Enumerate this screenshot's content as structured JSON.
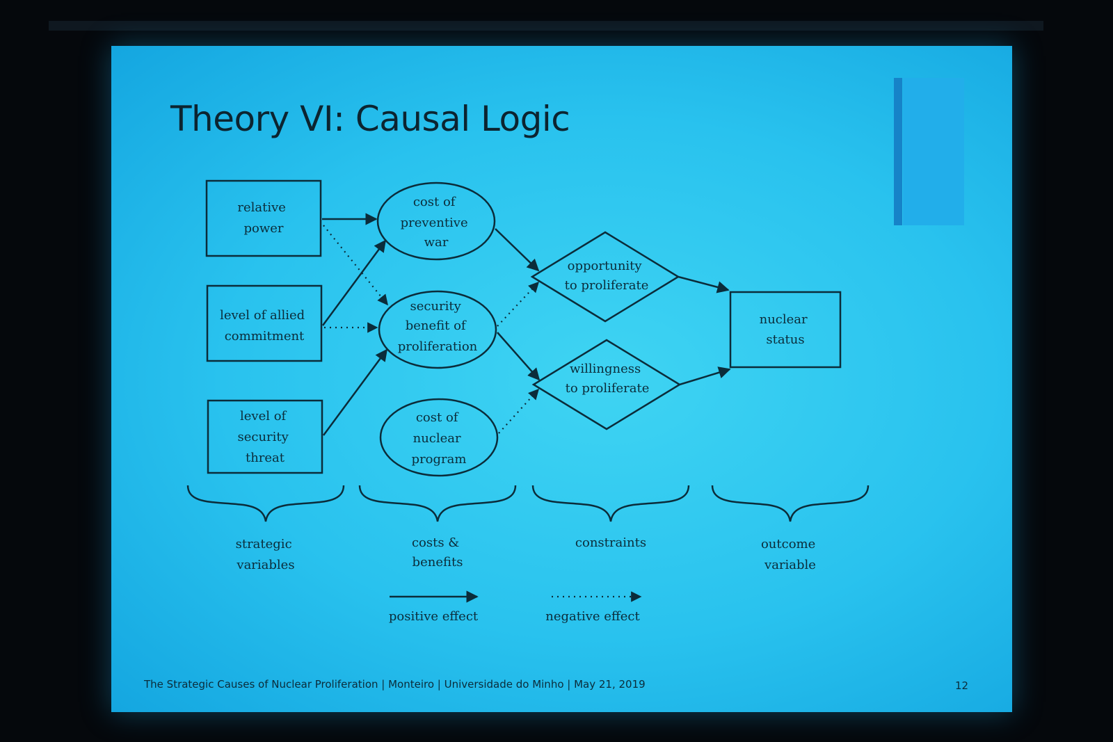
{
  "slide": {
    "title": "Theory VI: Causal Logic",
    "footer": "The Strategic Causes of Nuclear Proliferation  |  Monteiro  |  Universidade do Minho  |  May 21, 2019",
    "page_number": "12",
    "colors": {
      "background": "#29c2ee",
      "ink": "#0b2c3a",
      "accent": "#1683c8"
    }
  },
  "diagram": {
    "nodes": {
      "relative_power": [
        "relative",
        "power"
      ],
      "allied_commitment": [
        "level of allied",
        "commitment"
      ],
      "security_threat": [
        "level of",
        "security",
        "threat"
      ],
      "cost_preventive_war": [
        "cost of",
        "preventive",
        "war"
      ],
      "security_benefit": [
        "security",
        "benefit of",
        "proliferation"
      ],
      "cost_nuclear_program": [
        "cost of",
        "nuclear",
        "program"
      ],
      "opportunity": [
        "opportunity",
        "to proliferate"
      ],
      "willingness": [
        "willingness",
        "to proliferate"
      ],
      "nuclear_status": [
        "nuclear",
        "status"
      ]
    },
    "groups": {
      "strategic": [
        "strategic",
        "variables"
      ],
      "costs": [
        "costs &",
        "benefits"
      ],
      "constraints": [
        "constraints"
      ],
      "outcome": [
        "outcome",
        "variable"
      ]
    },
    "legend": {
      "positive": "positive effect",
      "negative": "negative effect"
    },
    "edges": [
      {
        "from": "relative_power",
        "to": "cost_preventive_war",
        "effect": "positive"
      },
      {
        "from": "relative_power",
        "to": "security_benefit",
        "effect": "negative"
      },
      {
        "from": "allied_commitment",
        "to": "cost_preventive_war",
        "effect": "positive"
      },
      {
        "from": "allied_commitment",
        "to": "security_benefit",
        "effect": "negative"
      },
      {
        "from": "security_threat",
        "to": "security_benefit",
        "effect": "positive"
      },
      {
        "from": "cost_preventive_war",
        "to": "opportunity",
        "effect": "positive"
      },
      {
        "from": "security_benefit",
        "to": "opportunity",
        "effect": "negative"
      },
      {
        "from": "security_benefit",
        "to": "willingness",
        "effect": "positive"
      },
      {
        "from": "cost_nuclear_program",
        "to": "willingness",
        "effect": "negative"
      },
      {
        "from": "opportunity",
        "to": "nuclear_status",
        "effect": "positive"
      },
      {
        "from": "willingness",
        "to": "nuclear_status",
        "effect": "positive"
      }
    ]
  }
}
